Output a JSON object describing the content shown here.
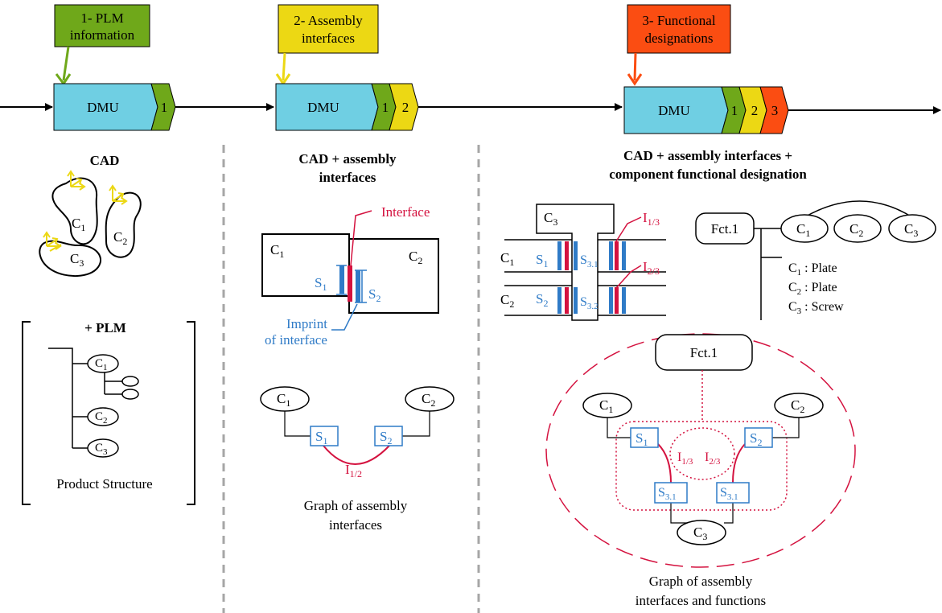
{
  "colors": {
    "dmu": "#6fcfe3",
    "green": "#6fa81a",
    "yellow": "#ecd814",
    "orange": "#fb4d12",
    "red": "#d4123f",
    "blue": "#2f7bc7",
    "gray_dash": "#a6a6a6",
    "black": "#000000"
  },
  "stages": [
    {
      "label_lines": [
        "1- PLM",
        "information"
      ],
      "dmu": "DMU",
      "tags": [
        "1"
      ]
    },
    {
      "label_lines": [
        "2- Assembly",
        "interfaces"
      ],
      "dmu": "DMU",
      "tags": [
        "1",
        "2"
      ]
    },
    {
      "label_lines": [
        "3- Functional",
        "designations"
      ],
      "dmu": "DMU",
      "tags": [
        "1",
        "2",
        "3"
      ]
    }
  ],
  "panel1": {
    "title": "CAD",
    "plm_title": "+ PLM",
    "product_structure": "Product Structure",
    "parts": [
      {
        "base": "C",
        "sub": "1"
      },
      {
        "base": "C",
        "sub": "2"
      },
      {
        "base": "C",
        "sub": "3"
      }
    ]
  },
  "panel2": {
    "title_lines": [
      "CAD + assembly",
      "interfaces"
    ],
    "interface_label": "Interface",
    "imprint_lines": [
      "Imprint",
      "of interface"
    ],
    "c1": {
      "base": "C",
      "sub": "1"
    },
    "c2": {
      "base": "C",
      "sub": "2"
    },
    "s1": {
      "base": "S",
      "sub": "1"
    },
    "s2": {
      "base": "S",
      "sub": "2"
    },
    "i12": {
      "base": "I",
      "sub": "1/2"
    },
    "graph_caption_lines": [
      "Graph of assembly",
      "interfaces"
    ]
  },
  "panel3": {
    "title_lines": [
      "CAD + assembly interfaces +",
      "component functional designation"
    ],
    "c1": {
      "base": "C",
      "sub": "1"
    },
    "c2": {
      "base": "C",
      "sub": "2"
    },
    "c3": {
      "base": "C",
      "sub": "3"
    },
    "s1": {
      "base": "S",
      "sub": "1"
    },
    "s2": {
      "base": "S",
      "sub": "2"
    },
    "s31": {
      "base": "S",
      "sub": "3.1"
    },
    "s32": {
      "base": "S",
      "sub": "3.2"
    },
    "i13": {
      "base": "I",
      "sub": "1/3"
    },
    "i23": {
      "base": "I",
      "sub": "2/3"
    },
    "fct": "Fct.1",
    "designations": [
      {
        "base": "C",
        "sub": "1",
        "text": " : Plate"
      },
      {
        "base": "C",
        "sub": "2",
        "text": " : Plate"
      },
      {
        "base": "C",
        "sub": "3",
        "text": " : Screw"
      }
    ],
    "graph_caption_lines": [
      "Graph of assembly",
      "interfaces and functions"
    ]
  }
}
